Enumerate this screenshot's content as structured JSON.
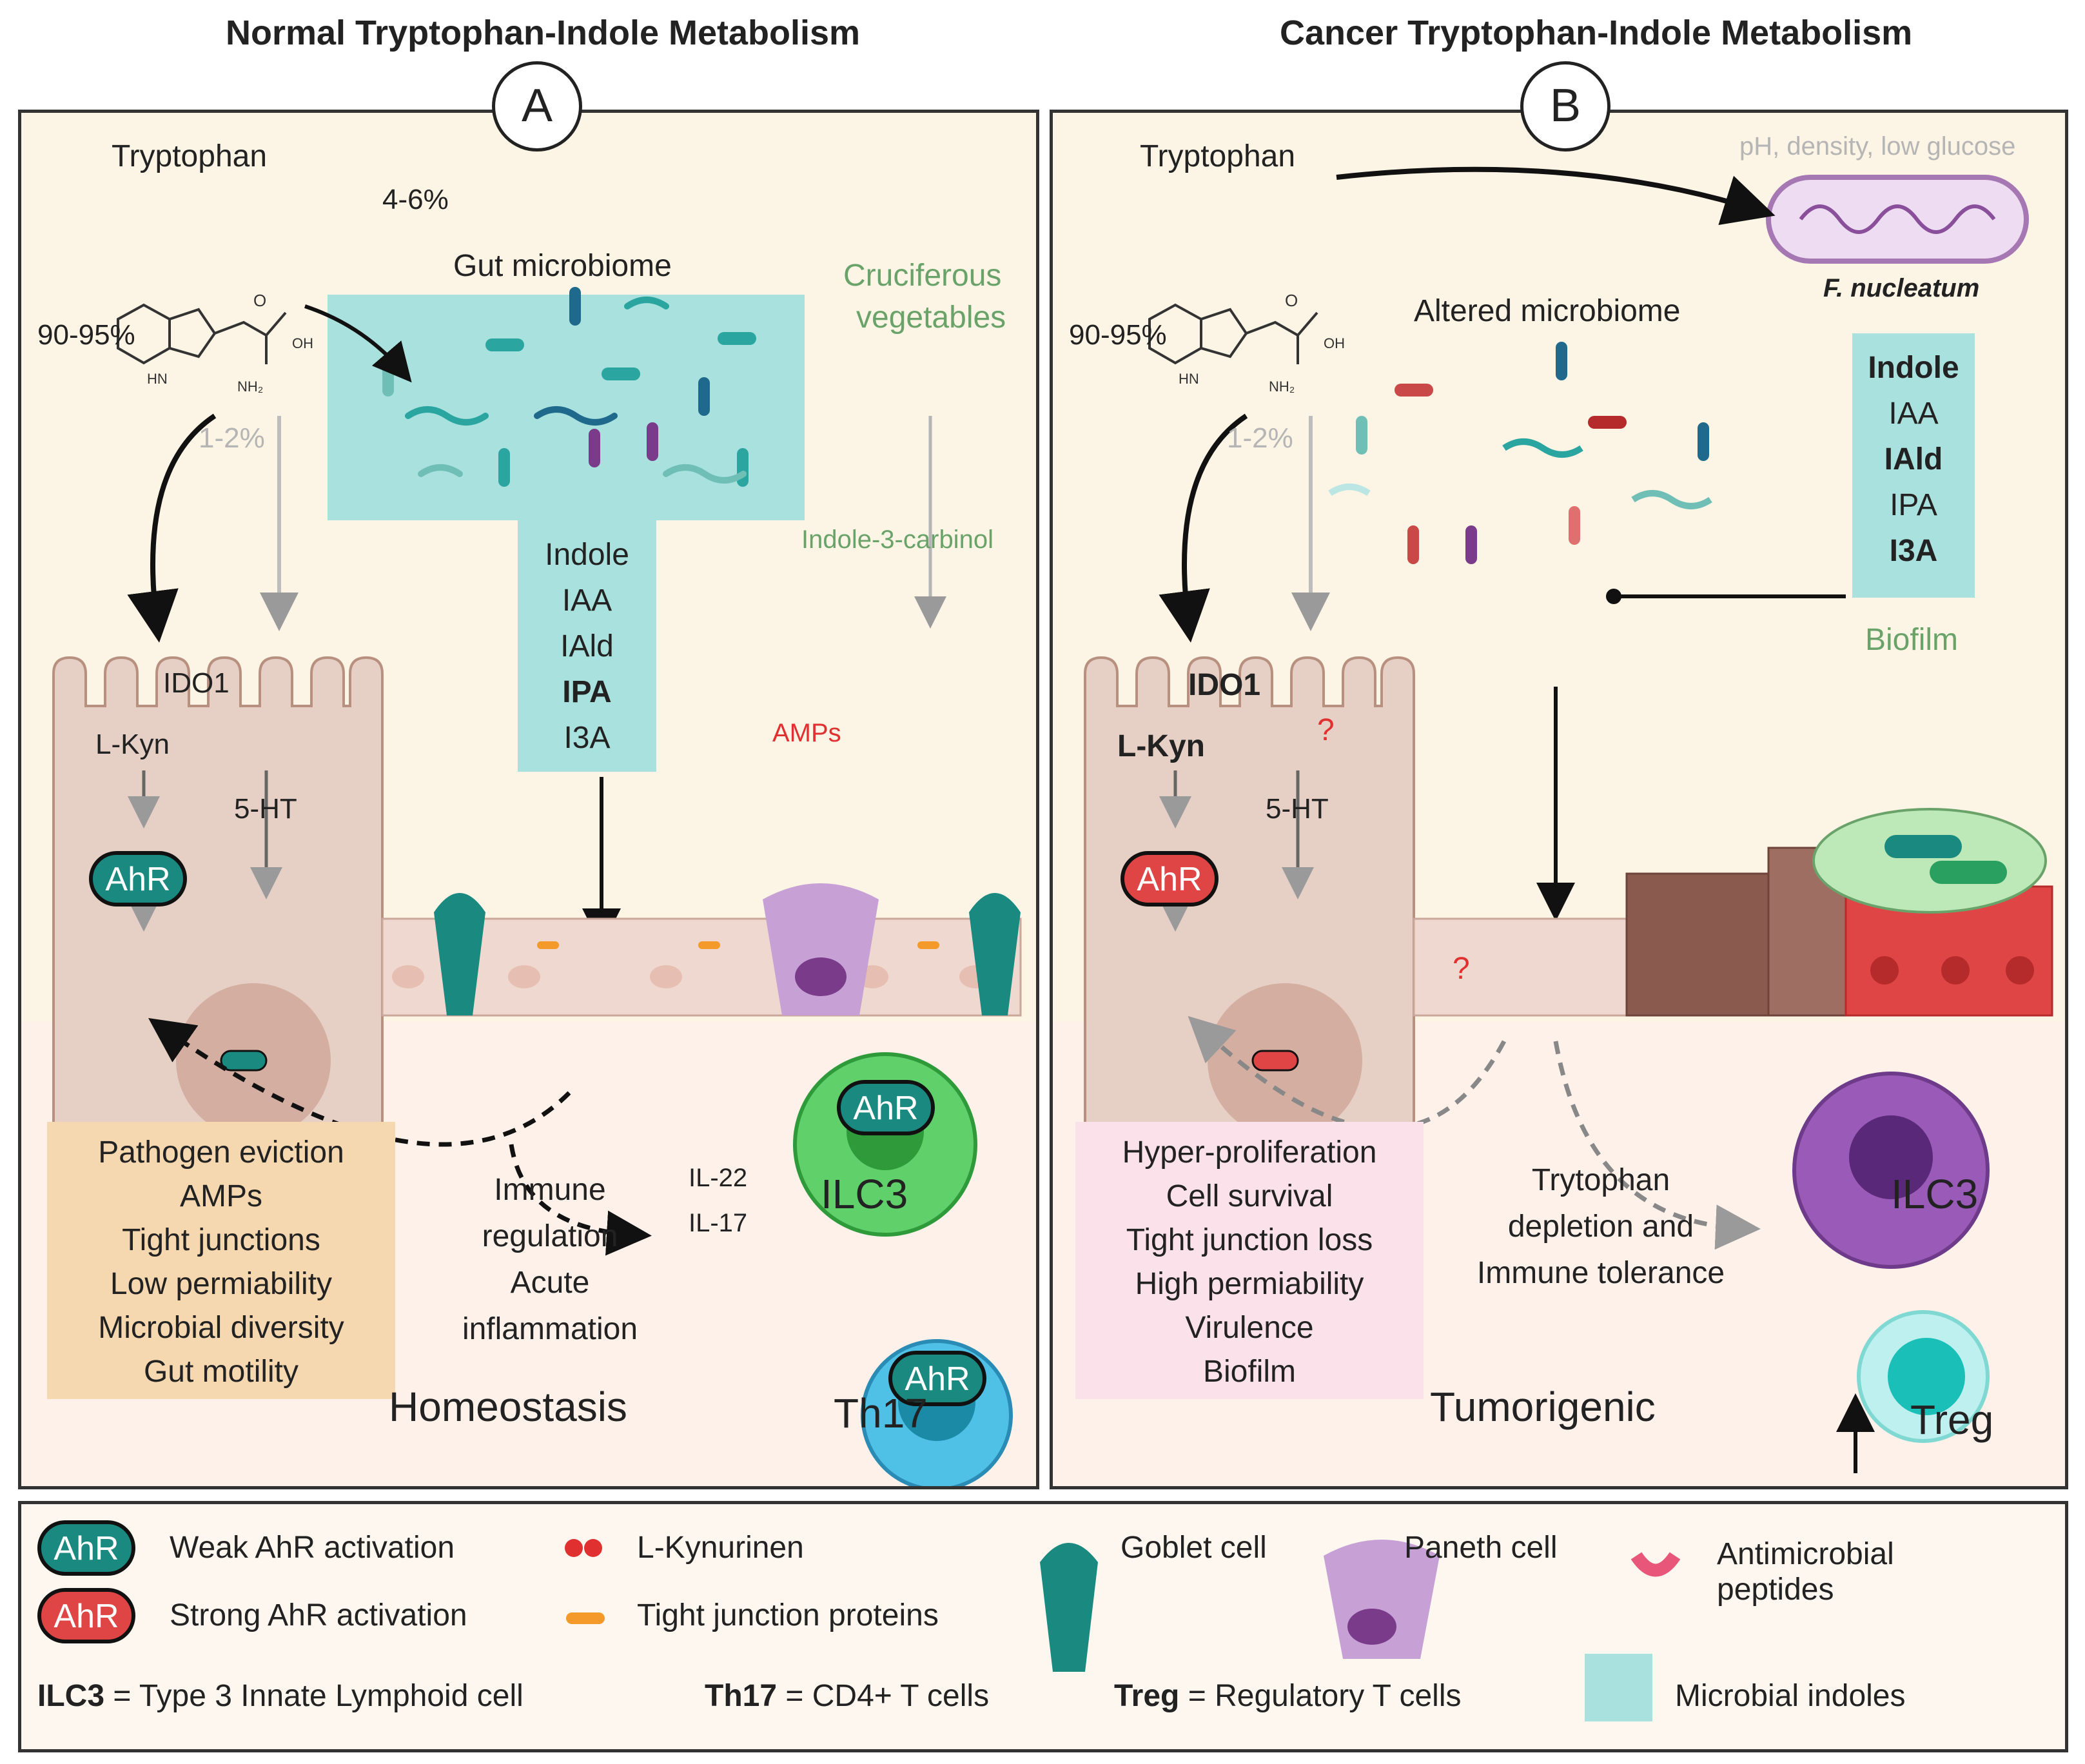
{
  "panel_a": {
    "title": "Normal Tryptophan-Indole Metabolism",
    "label": "A",
    "tryptophan": "Tryptophan",
    "percent_microbiome": "4-6%",
    "percent_main": "90-95%",
    "percent_5ht": "1-2%",
    "gut_microbiome": "Gut microbiome",
    "cruciferous": "Cruciferous",
    "vegetables": "vegetables",
    "indole3carbinol": "Indole-3-carbinol",
    "indoles": [
      "Indole",
      "IAA",
      "IAld",
      "IPA",
      "I3A"
    ],
    "ido1": "IDO1",
    "lkyn": "L-Kyn",
    "ht5": "5-HT",
    "ahr": "AhR",
    "amps": "AMPs",
    "outcomes": [
      "Pathogen eviction",
      "AMPs",
      "Tight junctions",
      "Low permiability",
      "Microbial diversity",
      "Gut motility"
    ],
    "immune": [
      "Immune",
      "regulation",
      "Acute",
      "inflammation"
    ],
    "il22": "IL-22",
    "il17": "IL-17",
    "ilc3": "ILC3",
    "th17": "Th17",
    "state": "Homeostasis"
  },
  "panel_b": {
    "title": "Cancer Tryptophan-Indole Metabolism",
    "label": "B",
    "tryptophan": "Tryptophan",
    "percent_main": "90-95%",
    "percent_5ht": "1-2%",
    "conditions": "pH, density, low glucose",
    "fnucleatum": "F. nucleatum",
    "altered": "Altered microbiome",
    "indoles": [
      "Indole",
      "IAA",
      "IAld",
      "IPA",
      "I3A"
    ],
    "biofilm": "Biofilm",
    "ido1": "IDO1",
    "lkyn": "L-Kyn",
    "ht5": "5-HT",
    "question": "?",
    "ahr": "AhR",
    "outcomes": [
      "Hyper-proliferation",
      "Cell survival",
      "Tight junction loss",
      "High permiability",
      "Virulence",
      "Biofilm"
    ],
    "depletion": [
      "Trytophan",
      "depletion and",
      "Immune tolerance"
    ],
    "ilc3": "ILC3",
    "treg": "Treg",
    "state": "Tumorigenic"
  },
  "legend": {
    "ahr": "AhR",
    "weak": "Weak AhR activation",
    "strong": "Strong AhR activation",
    "lkyn": "L-Kynurinen",
    "tj": "Tight junction proteins",
    "goblet": "Goblet cell",
    "paneth": "Paneth cell",
    "amp1": "Antimicrobial",
    "amp2": "peptides",
    "ilc3_abbr": "ILC3",
    "ilc3_def": " = Type 3 Innate Lymphoid cell",
    "th17_abbr": "Th17",
    "th17_def": " = CD4+ T cells",
    "treg_abbr": "Treg",
    "treg_def": " = Regulatory T cells",
    "indoles": "Microbial indoles"
  },
  "colors": {
    "teal_ahr": "#1a8a80",
    "red_ahr": "#e04545",
    "microbial_indoles": "#a9e1de",
    "outcome_normal": "#f6d8b0",
    "outcome_cancer": "#fbe2ea"
  }
}
